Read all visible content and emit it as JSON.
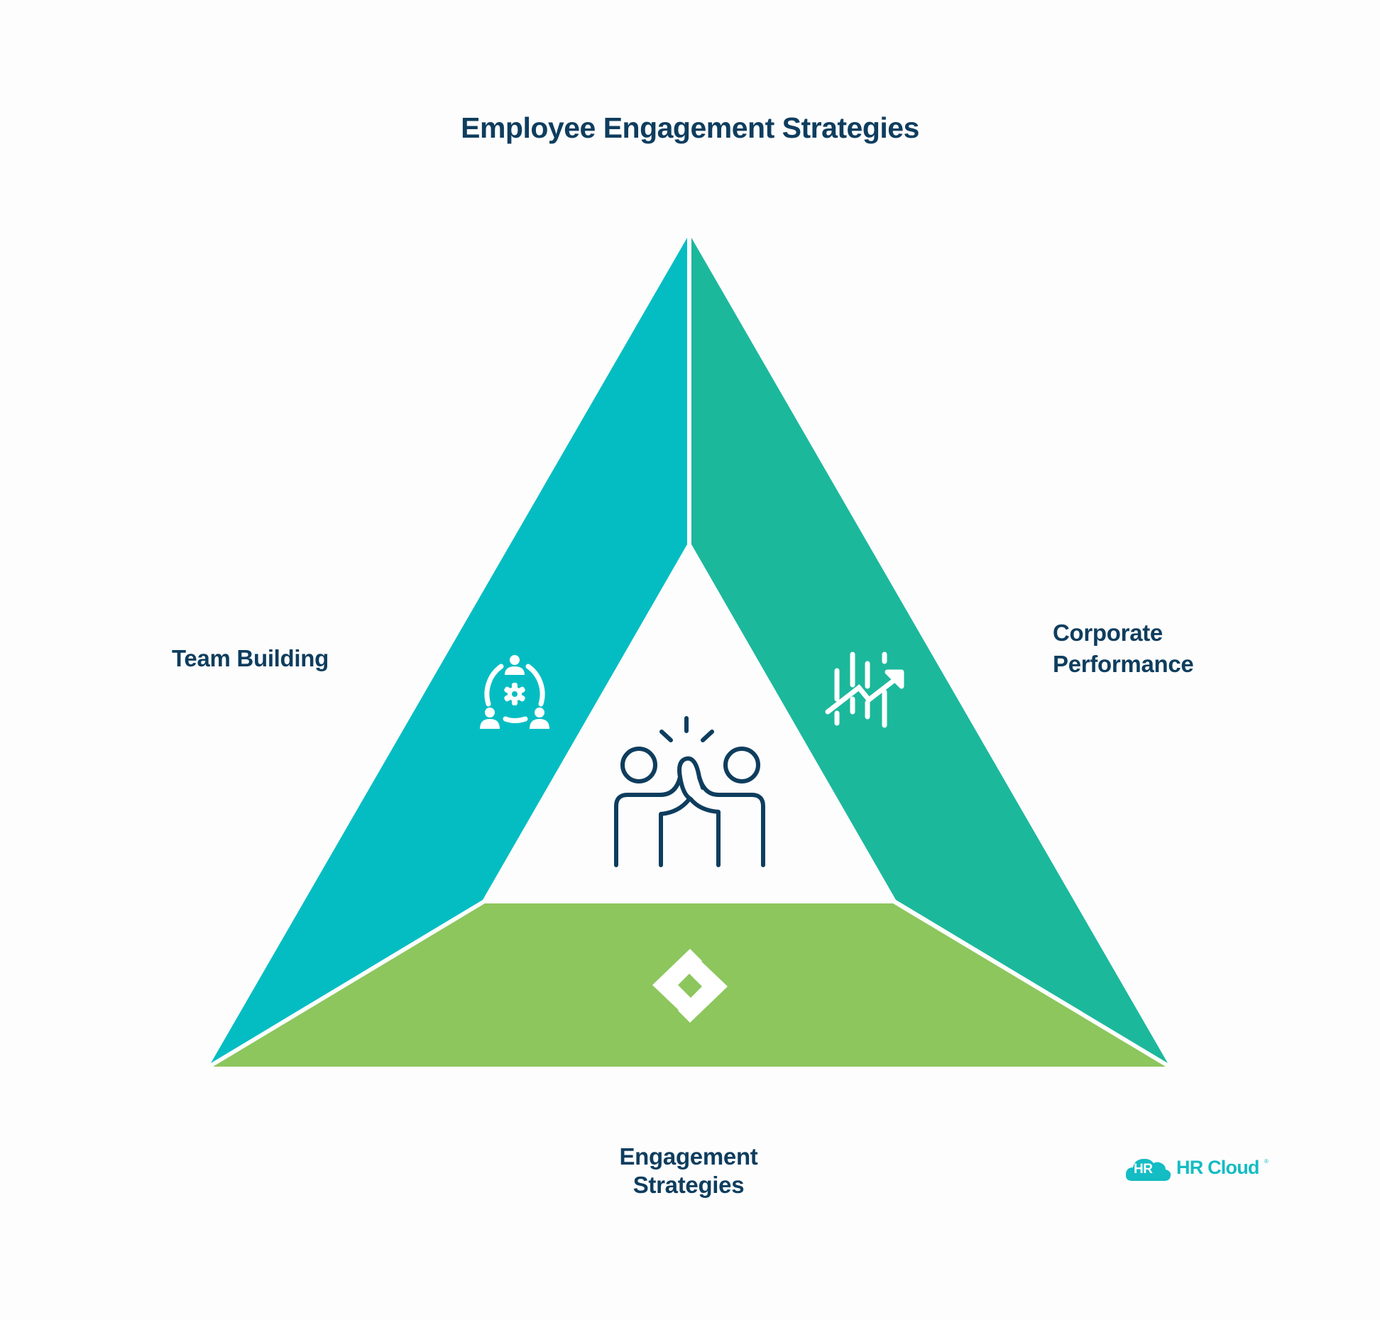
{
  "title": "Employee Engagement Strategies",
  "segments": [
    {
      "id": "team-building",
      "label_lines": [
        "Team Building"
      ],
      "color": "#04bdc2",
      "icon": "team-gear-icon",
      "position": "left"
    },
    {
      "id": "corporate-performance",
      "label_lines": [
        "Corporate",
        "Performance"
      ],
      "color": "#1cb89c",
      "icon": "growth-chart-icon",
      "position": "right"
    },
    {
      "id": "engagement-strategies",
      "label_lines": [
        "Engagement",
        "Strategies"
      ],
      "color": "#8cc65d",
      "icon": "strategy-diamond-icon",
      "position": "bottom"
    }
  ],
  "center_icon": "high-five-icon",
  "colors": {
    "text": "#0e3d5e",
    "icon_center": "#0e3d5e",
    "logo": "#14bcc3",
    "background": "#fdfdfd"
  },
  "logo": {
    "badge_text": "HR",
    "text": "HR Cloud",
    "registered": "®"
  }
}
